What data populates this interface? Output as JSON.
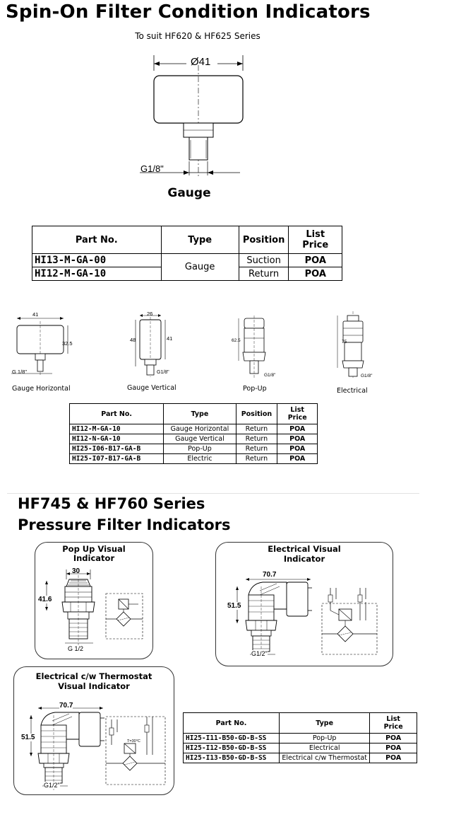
{
  "title": "Spin-On Filter Condition Indicators",
  "subtitle": "To suit HF620 & HF625 Series",
  "gauge_drawing": {
    "dim_diameter": "Ø41",
    "dim_thread": "G1/8\"",
    "caption": "Gauge"
  },
  "table1": {
    "headers": {
      "part_no": "Part No.",
      "type": "Type",
      "position": "Position",
      "price_l1": "List",
      "price_l2": "Price"
    },
    "rows": [
      {
        "part_no": "HI13-M-GA-00",
        "type": "Gauge",
        "position": "Suction",
        "price": "POA"
      },
      {
        "part_no": "HI12-M-GA-10",
        "type": "",
        "position": "Return",
        "price": "POA"
      }
    ]
  },
  "small_drawings": {
    "gauge_horizontal": {
      "caption": "Gauge Horizontal",
      "dim_width": "41",
      "dim_height": "32.5",
      "dim_thread": "G 1/8\""
    },
    "gauge_vertical": {
      "caption": "Gauge Vertical",
      "dim_width": "26",
      "dim_height_left": "48",
      "dim_height_right": "41",
      "dim_thread": "G1/8\""
    },
    "popup": {
      "caption": "Pop-Up",
      "dim_height": "62.5",
      "dim_thread": "G1/8\""
    },
    "electrical": {
      "caption": "Electrical",
      "dim_height": "75",
      "dim_thread": "G1/8\""
    }
  },
  "table2": {
    "headers": {
      "part_no": "Part No.",
      "type": "Type",
      "position": "Position",
      "price_l1": "List",
      "price_l2": "Price"
    },
    "rows": [
      {
        "part_no": "HI12-M-GA-10",
        "type": "Gauge Horizontal",
        "position": "Return",
        "price": "POA"
      },
      {
        "part_no": "HI12-N-GA-10",
        "type": "Gauge Vertical",
        "position": "Return",
        "price": "POA"
      },
      {
        "part_no": "HI25-I06-B17-GA-B",
        "type": "Pop-Up",
        "position": "Return",
        "price": "POA"
      },
      {
        "part_no": "HI25-I07-B17-GA-B",
        "type": "Electric",
        "position": "Return",
        "price": "POA"
      }
    ]
  },
  "section2": {
    "line1": "HF745 & HF760 Series",
    "line2": "Pressure Filter Indicators"
  },
  "panels": {
    "popup_visual": {
      "title_l1": "Pop Up Visual",
      "title_l2": "Indicator",
      "dim_width": "30",
      "dim_height": "41.6",
      "dim_thread": "G 1/2"
    },
    "electrical_visual": {
      "title_l1": "Electrical Visual",
      "title_l2": "Indicator",
      "dim_width": "70.7",
      "dim_height": "51.5",
      "dim_thread": "G1/2\""
    },
    "thermostat_visual": {
      "title_l1": "Electrical c/w Thermostat",
      "title_l2": "Visual Indicator",
      "dim_width": "70.7",
      "dim_height": "51.5",
      "dim_thread": "G1/2\"",
      "temp_note": "T=30°C"
    }
  },
  "table3": {
    "headers": {
      "part_no": "Part No.",
      "type": "Type",
      "price_l1": "List",
      "price_l2": "Price"
    },
    "rows": [
      {
        "part_no": "HI25-I11-B50-GD-B-SS",
        "type": "Pop-Up",
        "price": "POA"
      },
      {
        "part_no": "HI25-I12-B50-GD-B-SS",
        "type": "Electrical",
        "price": "POA"
      },
      {
        "part_no": "HI25-I13-B50-GD-B-SS",
        "type": "Electrical c/w Thermostat",
        "price": "POA"
      }
    ]
  }
}
